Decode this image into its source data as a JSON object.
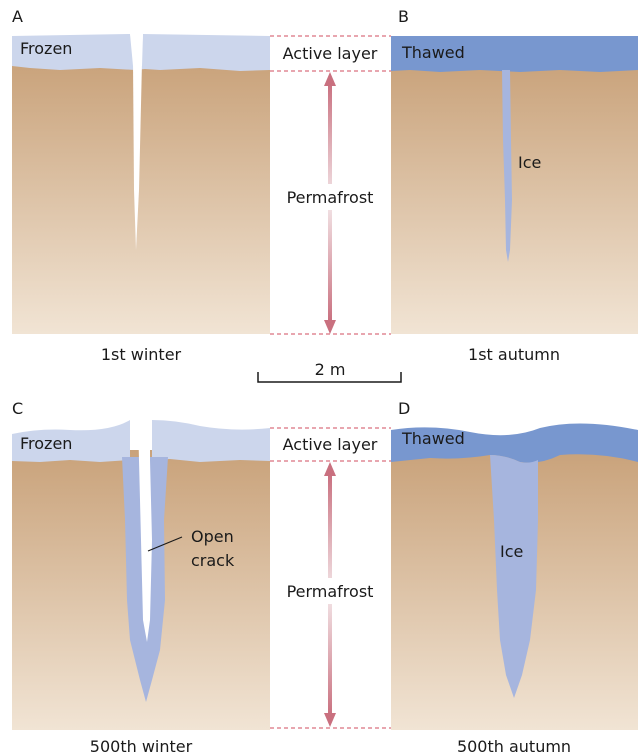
{
  "panels": {
    "a": {
      "letter": "A",
      "surface_label": "Frozen",
      "caption": "1st winter"
    },
    "b": {
      "letter": "B",
      "surface_label": "Thawed",
      "ice_label": "Ice",
      "caption": "1st autumn"
    },
    "c": {
      "letter": "C",
      "surface_label": "Frozen",
      "crack_label_line1": "Open",
      "crack_label_line2": "crack",
      "caption": "500th winter"
    },
    "d": {
      "letter": "D",
      "surface_label": "Thawed",
      "ice_label": "Ice",
      "caption": "500th autumn"
    }
  },
  "middle": {
    "top": {
      "active_layer_label": "Active layer",
      "permafrost_label": "Permafrost"
    },
    "bottom": {
      "active_layer_label": "Active layer",
      "permafrost_label": "Permafrost"
    }
  },
  "scale_bar": {
    "label": "2 m"
  },
  "colors": {
    "soil_top": "#c9a27a",
    "soil_bottom": "#f1e4d4",
    "frozen_layer": "#ccd6ec",
    "thawed_layer": "#7897cf",
    "ice": "#a6b5de",
    "arrow": "#c9707f",
    "dashed_box": "#d9707f"
  }
}
